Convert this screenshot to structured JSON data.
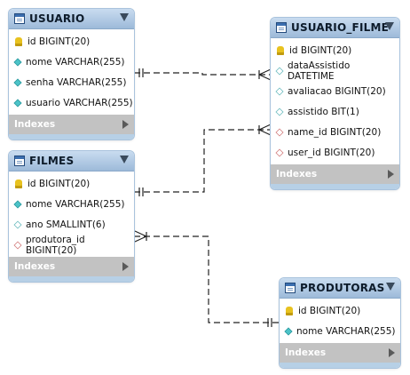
{
  "tables": {
    "usuario": {
      "title": "USUARIO",
      "columns": [
        {
          "icon": "key-icon",
          "text": "id BIGINT(20)"
        },
        {
          "icon": "column-icon",
          "text": "nome VARCHAR(255)"
        },
        {
          "icon": "column-icon",
          "text": "senha VARCHAR(255)"
        },
        {
          "icon": "column-icon",
          "text": "usuario VARCHAR(255)"
        }
      ],
      "footer": "Indexes"
    },
    "usuario_filme": {
      "title": "USUARIO_FILME",
      "columns": [
        {
          "icon": "key-icon",
          "text": "id BIGINT(20)"
        },
        {
          "icon": "nullable-column-icon",
          "text": "dataAssistido DATETIME"
        },
        {
          "icon": "nullable-column-icon",
          "text": "avaliacao BIGINT(20)"
        },
        {
          "icon": "nullable-column-icon",
          "text": "assistido BIT(1)"
        },
        {
          "icon": "foreign-key-icon",
          "text": "name_id BIGINT(20)"
        },
        {
          "icon": "foreign-key-icon",
          "text": "user_id BIGINT(20)"
        }
      ],
      "footer": "Indexes"
    },
    "filmes": {
      "title": "FILMES",
      "columns": [
        {
          "icon": "key-icon",
          "text": "id BIGINT(20)"
        },
        {
          "icon": "column-icon",
          "text": "nome VARCHAR(255)"
        },
        {
          "icon": "nullable-column-icon",
          "text": "ano SMALLINT(6)"
        },
        {
          "icon": "foreign-key-icon",
          "text": "produtora_id BIGINT(20)"
        }
      ],
      "footer": "Indexes"
    },
    "produtoras": {
      "title": "PRODUTORAS",
      "columns": [
        {
          "icon": "key-icon",
          "text": "id BIGINT(20)"
        },
        {
          "icon": "column-icon",
          "text": "nome VARCHAR(255)"
        }
      ],
      "footer": "Indexes"
    }
  },
  "colors": {
    "header": "#a9c6e4",
    "footer": "#c2c2c2",
    "key": "#e8c21f",
    "column": "#4cc3c8",
    "foreign_key": "#d48080",
    "relationship_line": "#222222"
  }
}
